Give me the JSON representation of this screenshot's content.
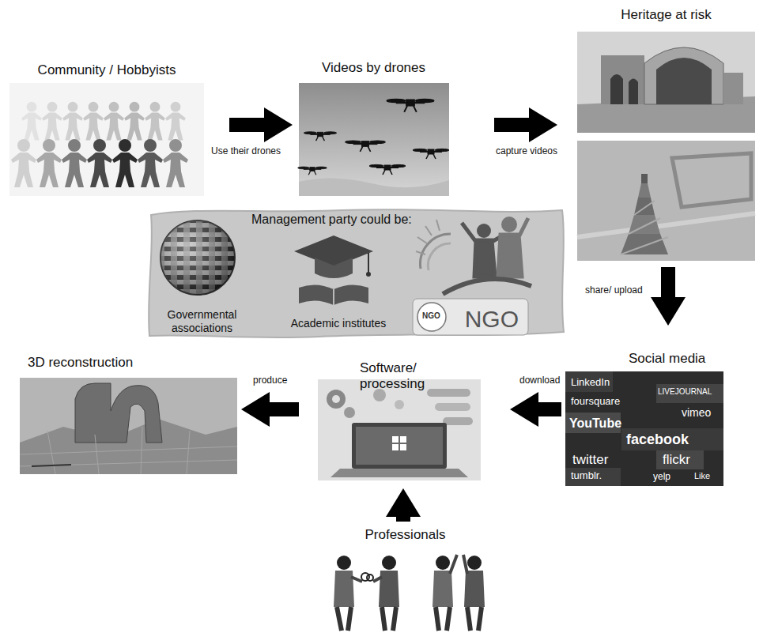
{
  "diagram": {
    "nodes": [
      {
        "text": [
          "Community / Hobbyists"
        ]
      },
      {
        "text": [
          "Videos by drones"
        ]
      },
      {
        "text": [
          "Heritage at risk"
        ]
      },
      {
        "text": [
          "Management party could be:"
        ]
      },
      {
        "text": [
          "Governmental associations"
        ],
        "in": 3
      },
      {
        "text": [
          "Academic institutes"
        ],
        "in": 3
      },
      {
        "text": [
          "NGO"
        ],
        "in": 3
      },
      {
        "text": [
          "3D reconstruction"
        ]
      },
      {
        "text": [
          "Software/ processing"
        ]
      },
      {
        "text": [
          "Social media"
        ]
      },
      {
        "text": [
          "Professionals"
        ]
      }
    ],
    "edges": [
      {
        "from": 0,
        "to": 1,
        "label": "Use their drones",
        "arrow": "to"
      },
      {
        "from": 1,
        "to": 2,
        "label": "capture videos",
        "arrow": "to"
      },
      {
        "from": 2,
        "to": 9,
        "label": "share/ upload",
        "arrow": "to"
      },
      {
        "from": 9,
        "to": 8,
        "label": "download",
        "arrow": "to"
      },
      {
        "from": 8,
        "to": 7,
        "label": "produce",
        "arrow": "to"
      },
      {
        "from": 10,
        "to": 8,
        "arrow": "to"
      }
    ],
    "labels": [
      "NGO",
      "LinkedIn",
      "LIVEJOURNAL",
      "foursquare",
      "vimeo",
      "YouTube",
      "facebook",
      "twitter",
      "flickr",
      "tumblr.",
      "yelp",
      "Like"
    ]
  }
}
